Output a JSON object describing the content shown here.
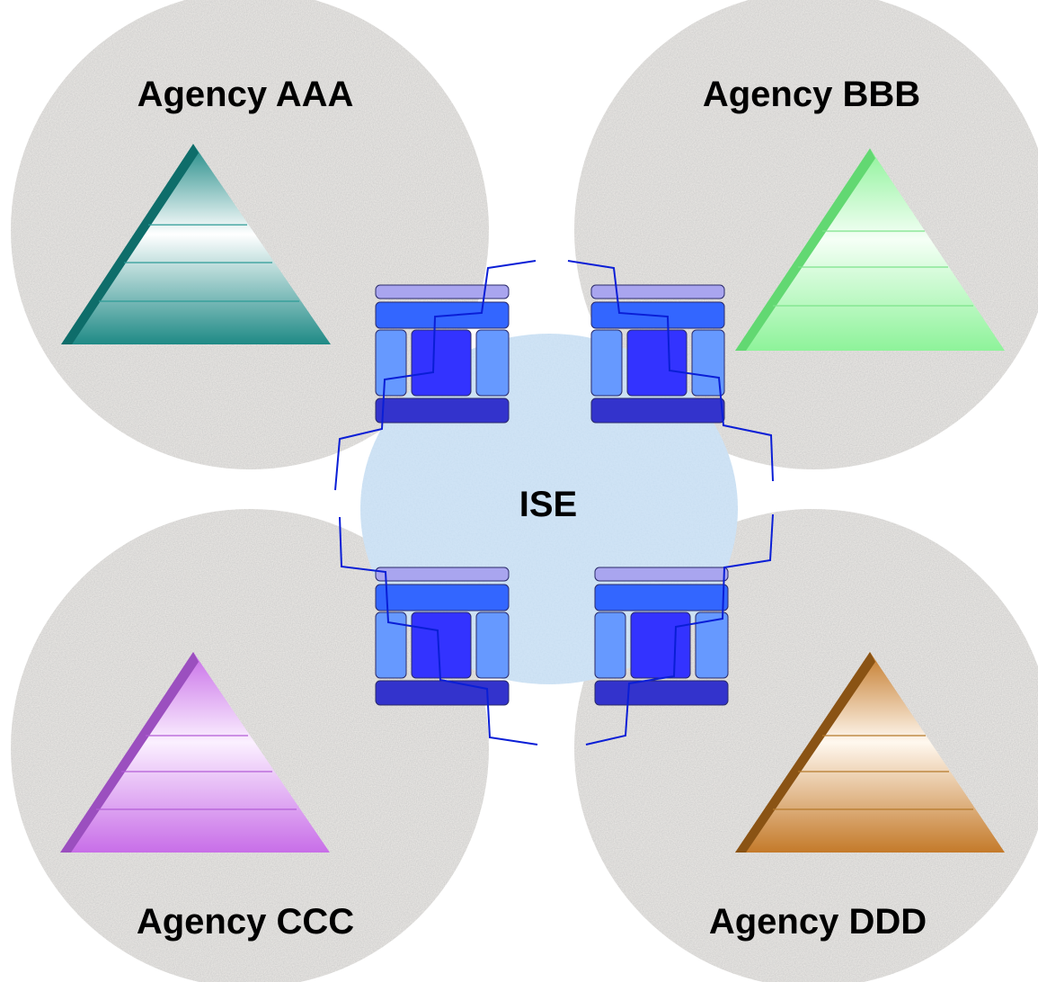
{
  "agencies": [
    {
      "id": "aaa",
      "label": "Agency AAA",
      "pyramid_color": "#1f8a86",
      "pyramid_light": "#ffffff",
      "pyramid_dark": "#0e6d6a",
      "line_color": "#2c9a96"
    },
    {
      "id": "bbb",
      "label": "Agency BBB",
      "pyramid_color": "#8ef39a",
      "pyramid_light": "#f5fff6",
      "pyramid_dark": "#62d872",
      "line_color": "#7be38a"
    },
    {
      "id": "ccc",
      "label": "Agency CCC",
      "pyramid_color": "#c86ee8",
      "pyramid_light": "#fbf0ff",
      "pyramid_dark": "#9b4fbf",
      "line_color": "#b35cd6"
    },
    {
      "id": "ddd",
      "label": "Agency DDD",
      "pyramid_color": "#c47a2a",
      "pyramid_light": "#fff8ef",
      "pyramid_dark": "#8a5314",
      "line_color": "#b5782a"
    }
  ],
  "hub": {
    "label": "ISE",
    "color": "#cfe3f5"
  },
  "connector_color": "#0a1ed6",
  "circle_color": "#e7e5e2"
}
